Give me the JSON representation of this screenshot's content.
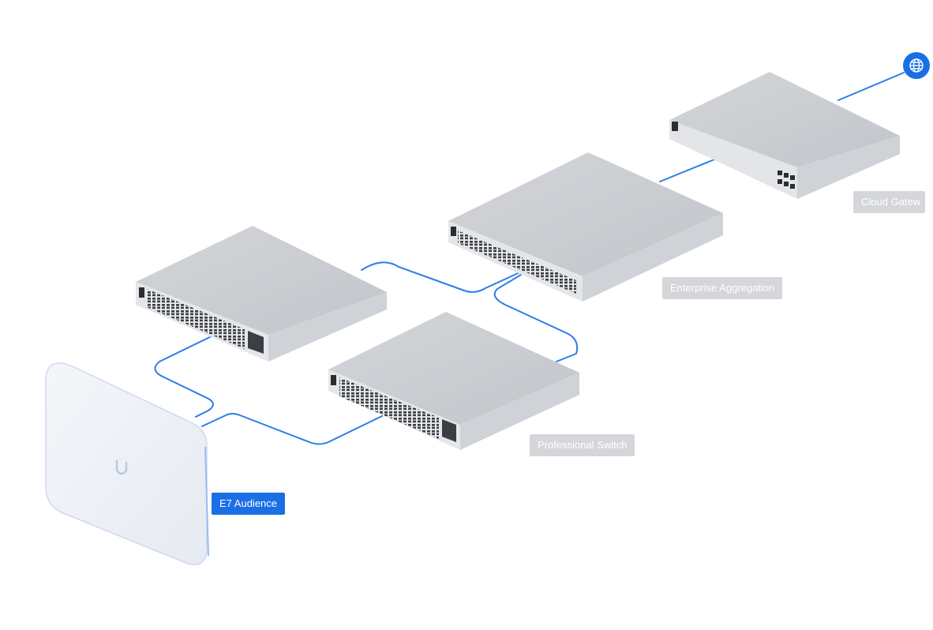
{
  "devices": [
    {
      "id": "cloud-gateway",
      "label": "Cloud Gatew",
      "state": "muted"
    },
    {
      "id": "enterprise-aggregation",
      "label": "Enterprise Aggregation",
      "state": "muted"
    },
    {
      "id": "professional-switch",
      "label": "Professional Switch",
      "state": "muted"
    },
    {
      "id": "e7-audience",
      "label": "E7 Audience",
      "state": "active"
    }
  ],
  "icons": {
    "internet": "globe-icon",
    "access_point_logo": "ubiquiti-u-logo"
  },
  "colors": {
    "link": "#2b7de9",
    "active_label": "#1a6fe6",
    "muted_label": "#d4d6d9",
    "device_body": "#dfe1e4"
  }
}
